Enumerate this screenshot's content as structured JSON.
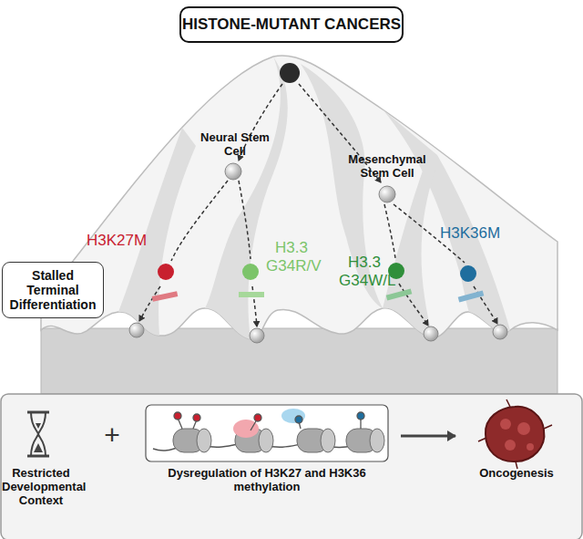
{
  "diagram": {
    "title": "HISTONE-MUTANT CANCERS",
    "nodes": [
      {
        "text": [
          "Stalled Terminal Differentiation"
        ]
      },
      {
        "text": [
          "Dysregulation of H3K27 and H3K36 methylation"
        ]
      }
    ],
    "labels": [
      "Neural Stem Cell",
      "Mesenchymal Stem Cell",
      "H3K27M",
      "H3.3 G34R/V",
      "H3.3 G34W/L",
      "H3K36M",
      "Restricted Developmental Context",
      "+",
      "Oncogenesis"
    ]
  }
}
